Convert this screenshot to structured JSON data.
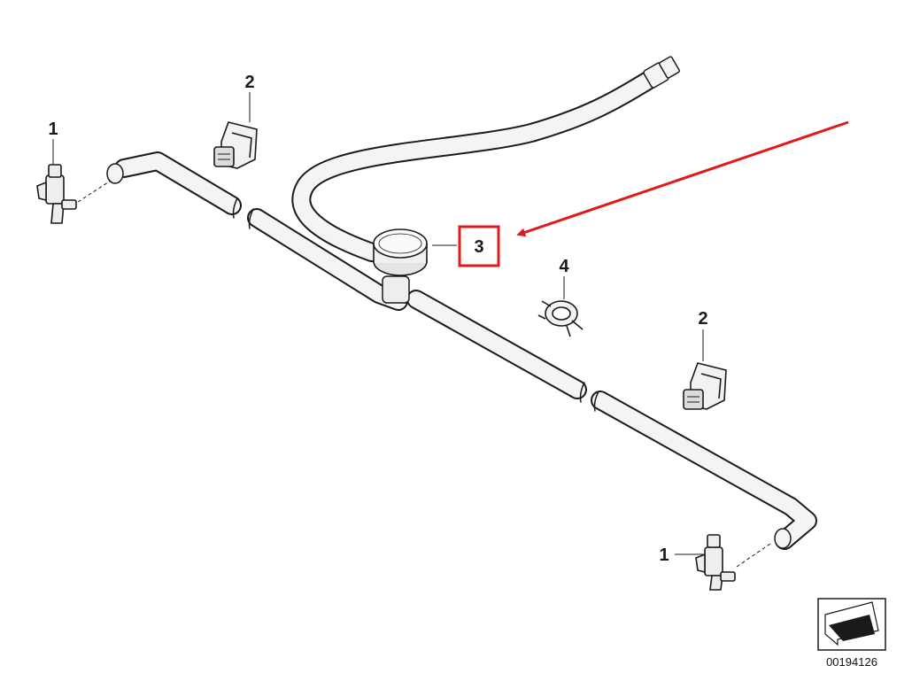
{
  "callouts": {
    "part1_left": "1",
    "part1_right": "1",
    "part2_left": "2",
    "part2_right": "2",
    "part3": "3",
    "part4": "4"
  },
  "highlight": {
    "part": "3",
    "color": "#e01a1a"
  },
  "reference_number": "00194126",
  "icons": [
    "washer-nozzle-icon",
    "hose-clip-icon",
    "check-valve-icon",
    "hose-clamp-icon",
    "orientation-arrow-icon"
  ],
  "colors": {
    "line": "#1a1a1a",
    "hose_fill": "#f4f4f4",
    "accent": "#e01a1a"
  }
}
